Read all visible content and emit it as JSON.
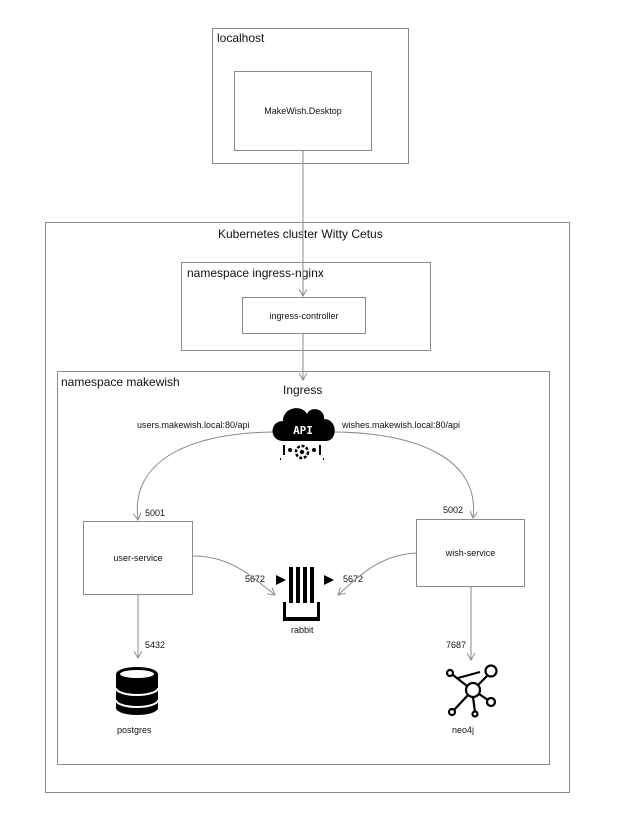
{
  "localhost": {
    "title": "localhost",
    "app": "MakeWish.Desktop"
  },
  "cluster": {
    "title": "Kubernetes cluster Witty Cetus"
  },
  "ingress_ns": {
    "title": "namespace ingress-nginx",
    "controller": "ingress-controller"
  },
  "makewish_ns": {
    "title": "namespace makewish",
    "ingress_label": "Ingress",
    "api_text": "API",
    "users_route": "users.makewish.local:80/api",
    "wishes_route": "wishes.makewish.local:80/api",
    "user_service": "user-service",
    "wish_service": "wish-service",
    "rabbit": "rabbit",
    "postgres": "postgres",
    "neo4j": "neo4j",
    "ports": {
      "user_in": "5001",
      "wish_in": "5002",
      "rabbit_from_user": "5672",
      "rabbit_from_wish": "5672",
      "postgres": "5432",
      "neo4j": "7687"
    }
  },
  "colors": {
    "line": "#8a8a8a",
    "icon": "#000000"
  }
}
